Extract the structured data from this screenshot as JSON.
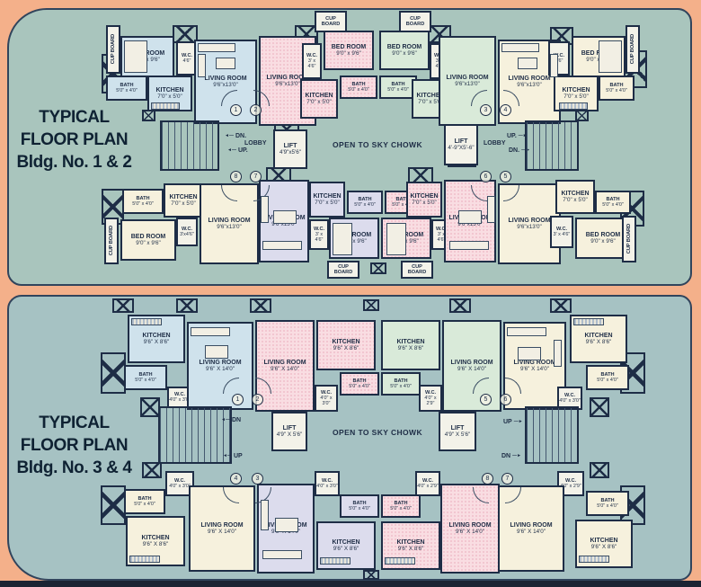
{
  "frame": {
    "bg": "#f4b08a",
    "panel1_bg": "#a9c5bd",
    "panel2_bg": "#a6c2c3",
    "wall": "#1e2d46"
  },
  "plan1": {
    "title": [
      "TYPICAL",
      "FLOOR PLAN",
      "Bldg. No. 1 & 2"
    ],
    "rooms": {
      "a_cup": {
        "name": "CUP BOARD"
      },
      "a_bed": {
        "name": "BED ROOM",
        "dim": "9'0\" x 9'6\""
      },
      "a_wc": {
        "name": "W.C.",
        "dim": "4'6\""
      },
      "a_bath": {
        "name": "BATH",
        "dim": "5'0\" x 4'0\""
      },
      "a_kit": {
        "name": "KITCHEN",
        "dim": "7'0\" x 5'0\""
      },
      "a_liv": {
        "name": "LIVING ROOM",
        "dim": "9'6\"x13'0\""
      },
      "b_liv": {
        "name": "LIVING ROOM",
        "dim": "9'6\"x13'0\""
      },
      "b_cup": {
        "name": "CUP BOARD"
      },
      "b_wc": {
        "name": "W.C.",
        "dim": "3' x 4'6\""
      },
      "b_bed": {
        "name": "BED ROOM",
        "dim": "9'0\" x 9'6\""
      },
      "b_kit": {
        "name": "KITCHEN",
        "dim": "7'0\" x 5'0\""
      },
      "b_bath": {
        "name": "BATH",
        "dim": "5'0\" x 4'0\""
      },
      "c_bath": {
        "name": "BATH",
        "dim": "5'0\" x 4'0\""
      },
      "c_bed": {
        "name": "BED ROOM",
        "dim": "9'0\" x 9'6\""
      },
      "c_cup": {
        "name": "CUP BOARD"
      },
      "c_wc": {
        "name": "W.C.",
        "dim": "3' x 4'6\""
      },
      "c_kit": {
        "name": "KITCHEN",
        "dim": "7'0\" x 5'0\""
      },
      "c_liv": {
        "name": "LIVING ROOM",
        "dim": "9'6\"x13'0\""
      },
      "d_liv": {
        "name": "LIVING ROOM",
        "dim": "9'6\"x13'0\""
      },
      "d_wc": {
        "name": "W.C.",
        "dim": "4'6\""
      },
      "d_bed": {
        "name": "BED ROOM",
        "dim": "9'0\" x 9'6\""
      },
      "d_cup": {
        "name": "CUP BOARD"
      },
      "d_kit": {
        "name": "KITCHEN",
        "dim": "7'0\" x 5'0\""
      },
      "d_bath": {
        "name": "BATH",
        "dim": "5'0\" x 4'0\""
      },
      "h_cup": {
        "name": "CUP BOARD"
      },
      "h_bed": {
        "name": "BED ROOM",
        "dim": "9'0\" x 9'6\""
      },
      "h_bath": {
        "name": "BATH",
        "dim": "5'0\" x 4'0\""
      },
      "h_kit": {
        "name": "KITCHEN",
        "dim": "7'0\" x 5'0\""
      },
      "h_wc": {
        "name": "W.C.",
        "dim": "3'x4'6\""
      },
      "h_liv": {
        "name": "LIVING ROOM",
        "dim": "9'6\"x13'0\""
      },
      "g_liv": {
        "name": "LIVING ROOM",
        "dim": "9'6\"x13'0\""
      },
      "g_kit": {
        "name": "KITCHEN",
        "dim": "7'0\" x 5'0\""
      },
      "g_wc": {
        "name": "W.C.",
        "dim": "3' x 4'6\""
      },
      "g_bath": {
        "name": "BATH",
        "dim": "5'0\" x 4'0\""
      },
      "g_bed": {
        "name": "BED ROOM",
        "dim": "9'0\" x 9'6\""
      },
      "g_cup": {
        "name": "CUP BOARD"
      },
      "f_bath": {
        "name": "BATH",
        "dim": "5'0\" x 4'0\""
      },
      "f_kit": {
        "name": "KITCHEN",
        "dim": "7'0\" x 5'0\""
      },
      "f_bed": {
        "name": "BED ROOM",
        "dim": "9'0\" x 9'6\""
      },
      "f_wc": {
        "name": "W.C.",
        "dim": "3' x 4'6\""
      },
      "f_liv": {
        "name": "LIVING ROOM",
        "dim": "9'6\"x13'0\""
      },
      "f_cup": {
        "name": "CUP BOARD"
      },
      "e_liv": {
        "name": "LIVING ROOM",
        "dim": "9'6\"x13'0\""
      },
      "e_kit": {
        "name": "KITCHEN",
        "dim": "7'0\" x 5'0\""
      },
      "e_bath": {
        "name": "BATH",
        "dim": "5'0\" x 4'0\""
      },
      "e_wc": {
        "name": "W.C.",
        "dim": "3' x 4'6\""
      },
      "e_bed": {
        "name": "BED ROOM",
        "dim": "9'0\" x 9'6\""
      },
      "e_cup": {
        "name": "CUP BOARD"
      }
    },
    "core": {
      "lobby_l": "LOBBY",
      "lift_l": {
        "name": "LIFT",
        "dim": "4'9\"x5'6\""
      },
      "dn_l": "DN.",
      "up_l": "UP.",
      "chowk": "OPEN TO SKY CHOWK",
      "lift_r": {
        "name": "LIFT",
        "dim": "4'-9\"X5'-6\""
      },
      "lobby_r": "LOBBY",
      "up_r": "UP.",
      "dn_r": "DN."
    },
    "nums": [
      "1",
      "2",
      "3",
      "4",
      "5",
      "6",
      "7",
      "8"
    ]
  },
  "plan2": {
    "title": [
      "TYPICAL",
      "FLOOR PLAN",
      "Bldg. No. 3 & 4"
    ],
    "rooms": {
      "p1_kit": {
        "name": "KITCHEN",
        "dim": "9'6\" X 8'6\""
      },
      "p1_bath": {
        "name": "BATH",
        "dim": "5'0\" x 4'0\""
      },
      "p1_wc": {
        "name": "W.C.",
        "dim": "4'0\" x 3'0\""
      },
      "p1_liv": {
        "name": "LIVING ROOM",
        "dim": "9'6\" X 14'0\""
      },
      "p2_liv": {
        "name": "LIVING ROOM",
        "dim": "9'6\" X 14'0\""
      },
      "p2_kit": {
        "name": "KITCHEN",
        "dim": "9'6\" X 8'6\""
      },
      "p2_bath": {
        "name": "BATH",
        "dim": "5'0\" x 4'0\""
      },
      "p2_wc": {
        "name": "W.C.",
        "dim": "4'0\" x 3'0\""
      },
      "p3_kit": {
        "name": "KITCHEN",
        "dim": "9'6\" X 8'6\""
      },
      "p3_bath": {
        "name": "BATH",
        "dim": "5'0\" x 4'0\""
      },
      "p3_wc": {
        "name": "W.C.",
        "dim": "4'0\" x 2'9\""
      },
      "p3_liv": {
        "name": "LIVING ROOM",
        "dim": "9'6\" X 14'0\""
      },
      "p4_liv": {
        "name": "LIVING ROOM",
        "dim": "9'6\" X 14'0\""
      },
      "p4_kit": {
        "name": "KITCHEN",
        "dim": "9'6\" X 8'6\""
      },
      "p4_bath": {
        "name": "BATH",
        "dim": "5'0\" x 4'0\""
      },
      "p4_wc": {
        "name": "W.C.",
        "dim": "4'0\" x 3'0\""
      },
      "p5_wc": {
        "name": "W.C.",
        "dim": "4'0\" x 3'0\""
      },
      "p5_bath": {
        "name": "BATH",
        "dim": "5'0\" x 4'0\""
      },
      "p5_kit": {
        "name": "KITCHEN",
        "dim": "9'6\" X 8'6\""
      },
      "p5_liv": {
        "name": "LIVING ROOM",
        "dim": "9'6\" X 14'0\""
      },
      "p6_liv": {
        "name": "LIVING ROOM",
        "dim": "9'6\" X 14'0\""
      },
      "p6_wc": {
        "name": "W.C.",
        "dim": "4'0\" x 3'0\""
      },
      "p6_bath": {
        "name": "BATH",
        "dim": "5'0\" x 4'0\""
      },
      "p6_kit": {
        "name": "KITCHEN",
        "dim": "9'6\" X 8'6\""
      },
      "p7_bath": {
        "name": "BATH",
        "dim": "5'0\" x 4'0\""
      },
      "p7_wc": {
        "name": "W.C.",
        "dim": "4'0\" x 2'9\""
      },
      "p7_kit": {
        "name": "KITCHEN",
        "dim": "9'6\" X 8'6\""
      },
      "p7_liv": {
        "name": "LIVING ROOM",
        "dim": "9'6\" X 14'0\""
      },
      "p8_wc": {
        "name": "W.C.",
        "dim": "4'0\" x 2'9\""
      },
      "p8_bath": {
        "name": "BATH",
        "dim": "5'0\" x 4'0\""
      },
      "p8_liv": {
        "name": "LIVING ROOM",
        "dim": "9'6\" X 14'0\""
      },
      "p8_kit": {
        "name": "KITCHEN",
        "dim": "9'6\" X 8'6\""
      }
    },
    "core": {
      "dn_l": "DN",
      "up_l": "UP",
      "lift_l": {
        "name": "LIFT",
        "dim": "4'9\" X 5'6\""
      },
      "chowk": "OPEN TO SKY CHOWK",
      "lift_r": {
        "name": "LIFT",
        "dim": "4'9\" X 5'6\""
      },
      "up_r": "UP",
      "dn_r": "DN"
    },
    "nums": [
      "1",
      "2",
      "3",
      "4",
      "5",
      "6",
      "7",
      "8"
    ]
  }
}
